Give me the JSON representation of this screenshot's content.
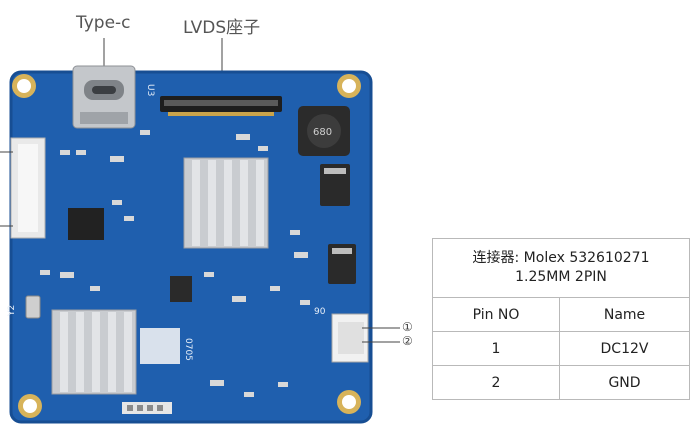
{
  "callouts": {
    "typec": "Type-c",
    "lvds": "LVDS座子"
  },
  "pin_markers": [
    "①",
    "②"
  ],
  "board": {
    "silk_u3": "U3",
    "silk_y2": "Y2",
    "silk_90": "90",
    "silk_0705": "0705",
    "inductor_mark": "680"
  },
  "connector_table": {
    "header_line1": "连接器:  Molex   532610271",
    "header_line2": "1.25MM  2PIN",
    "columns": [
      "Pin NO",
      "Name"
    ],
    "rows": [
      {
        "pin": "1",
        "name": "DC12V"
      },
      {
        "pin": "2",
        "name": "GND"
      }
    ]
  },
  "colors": {
    "pcb": "#1f5fae",
    "pcb_dark": "#174e93",
    "silkscreen": "#e6eef8",
    "heatsink": "#c9ccd0",
    "table_border": "#b9b9b9"
  }
}
